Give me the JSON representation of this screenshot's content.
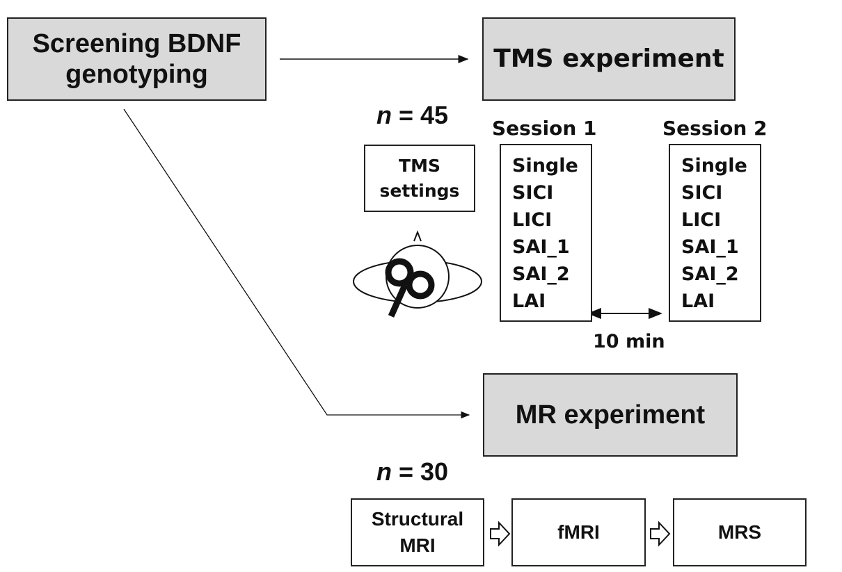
{
  "screening": {
    "line1": "Screening BDNF",
    "line2": "genotyping"
  },
  "tms": {
    "title": "TMS experiment",
    "n_var": "n",
    "n_rest": " = 45",
    "settings_line1": "TMS",
    "settings_line2": "settings",
    "sessions": [
      {
        "title": "Session 1",
        "items": [
          "Single",
          "SICI",
          "LICI",
          "SAI_1",
          "SAI_2",
          "LAI"
        ]
      },
      {
        "title": "Session 2",
        "items": [
          "Single",
          "SICI",
          "LICI",
          "SAI_1",
          "SAI_2",
          "LAI"
        ]
      }
    ],
    "interval": "10 min",
    "icon": "head-with-figure8-coil-icon"
  },
  "mr": {
    "title": "MR experiment",
    "n_var": "n",
    "n_rest": " = 30",
    "steps": [
      {
        "line1": "Structural",
        "line2": "MRI"
      },
      {
        "line1": "fMRI",
        "line2": ""
      },
      {
        "line1": "MRS",
        "line2": ""
      }
    ]
  },
  "colors": {
    "box_fill": "#d9d9d9",
    "stroke": "#222222"
  }
}
